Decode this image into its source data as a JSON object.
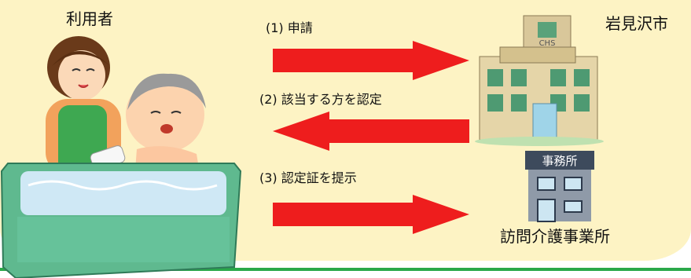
{
  "actors": {
    "user": "利用者",
    "city": "岩見沢市",
    "provider": "訪問介護事業所",
    "office_sign": "事務所",
    "building_sign": "CHS"
  },
  "steps": [
    {
      "label": "(1) 申請",
      "direction": "right"
    },
    {
      "label": "(2) 該当する方を認定",
      "direction": "left"
    },
    {
      "label": "(3) 認定証を提示",
      "direction": "right"
    }
  ],
  "colors": {
    "background": "#fdf3c4",
    "arrow": "#ee1d1d",
    "divider": "#2aa84a",
    "tub": "#66c29a",
    "water": "#cfe8f5"
  }
}
